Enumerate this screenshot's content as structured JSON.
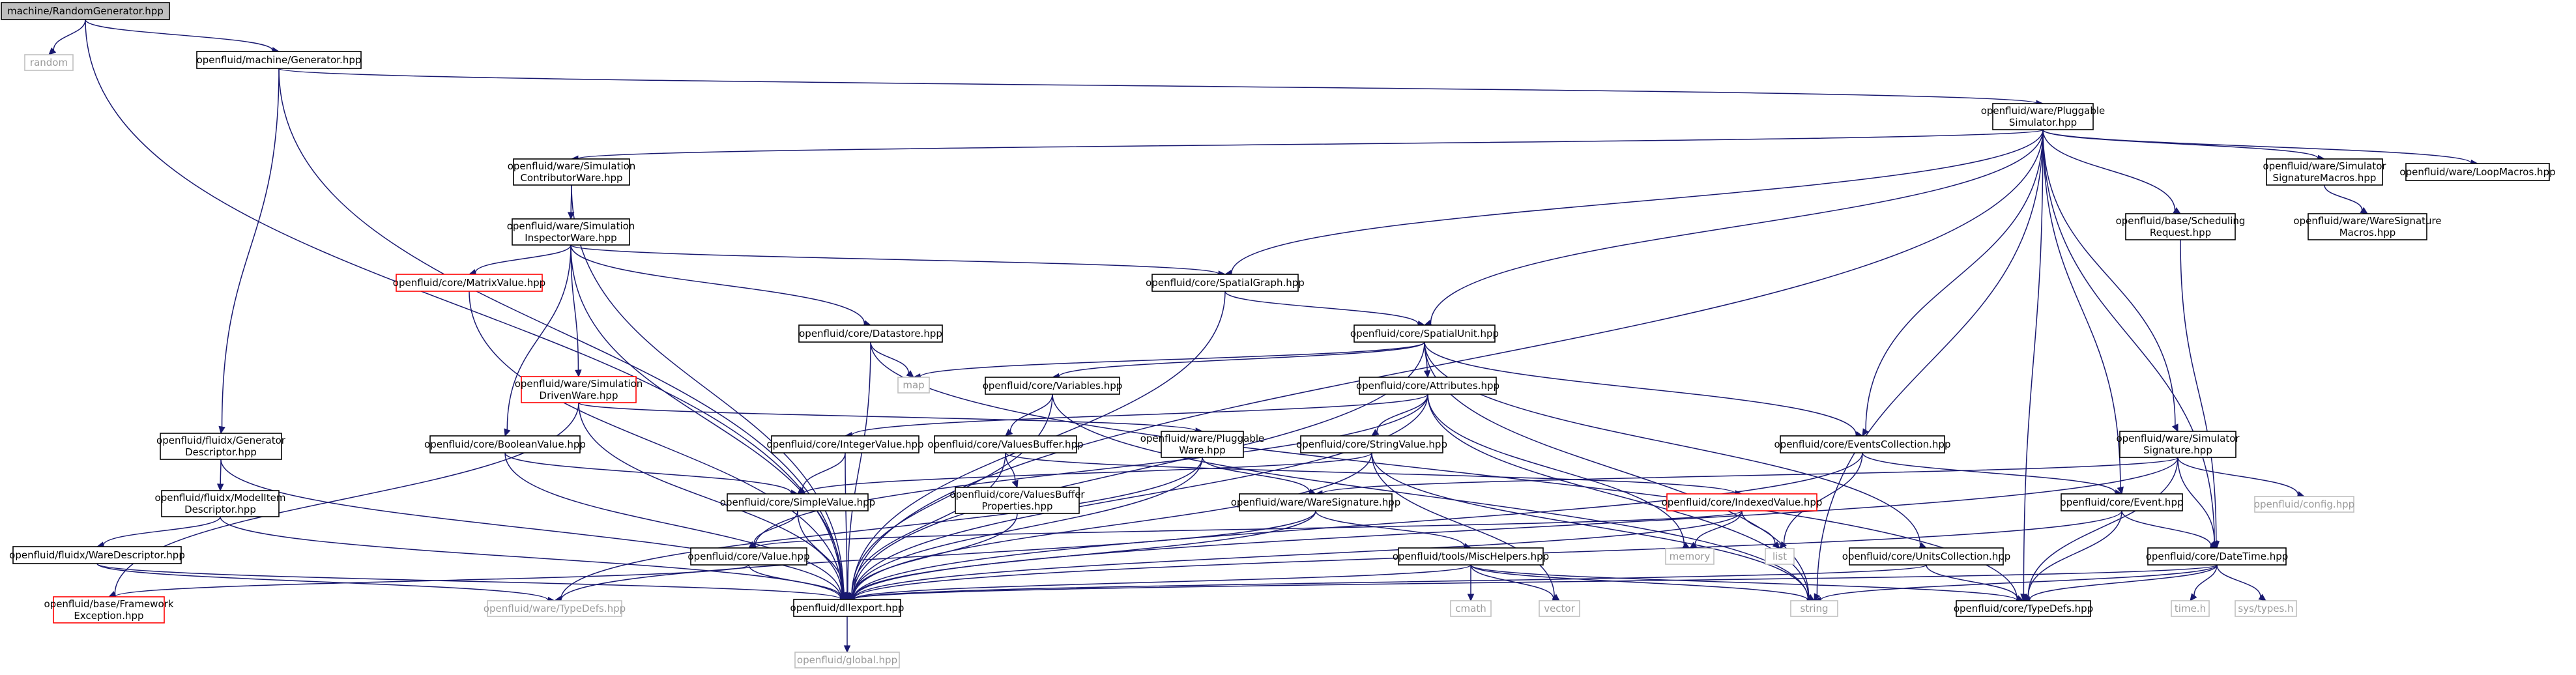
{
  "diagram": {
    "nodes": [
      {
        "id": "n0",
        "lines": [
          "machine/RandomGenerator.hpp"
        ],
        "style": "root"
      },
      {
        "id": "n1",
        "lines": [
          "random"
        ],
        "style": "gray"
      },
      {
        "id": "n2",
        "lines": [
          "openfluid/machine/Generator.hpp"
        ],
        "style": "normal"
      },
      {
        "id": "n3",
        "lines": [
          "openfluid/dllexport.hpp"
        ],
        "style": "normal"
      },
      {
        "id": "n4",
        "lines": [
          "openfluid/fluidx/Generator",
          "Descriptor.hpp"
        ],
        "style": "normal"
      },
      {
        "id": "n5",
        "lines": [
          "openfluid/ware/Pluggable",
          "Simulator.hpp"
        ],
        "style": "normal"
      },
      {
        "id": "n6",
        "lines": [
          "openfluid/global.hpp"
        ],
        "style": "gray"
      },
      {
        "id": "n7",
        "lines": [
          "openfluid/fluidx/ModelItem",
          "Descriptor.hpp"
        ],
        "style": "normal"
      },
      {
        "id": "n8",
        "lines": [
          "openfluid/fluidx/WareDescriptor.hpp"
        ],
        "style": "normal"
      },
      {
        "id": "n9",
        "lines": [
          "openfluid/ware/TypeDefs.hpp"
        ],
        "style": "gray"
      },
      {
        "id": "n10",
        "lines": [
          "openfluid/ware/Simulation",
          "ContributorWare.hpp"
        ],
        "style": "normal"
      },
      {
        "id": "n11",
        "lines": [
          "openfluid/core/SpatialGraph.hpp"
        ],
        "style": "normal"
      },
      {
        "id": "n12",
        "lines": [
          "openfluid/core/SpatialUnit.hpp"
        ],
        "style": "normal"
      },
      {
        "id": "n13",
        "lines": [
          "openfluid/core/EventsCollection.hpp"
        ],
        "style": "normal"
      },
      {
        "id": "n14",
        "lines": [
          "openfluid/core/DateTime.hpp"
        ],
        "style": "normal"
      },
      {
        "id": "n15",
        "lines": [
          "openfluid/core/TypeDefs.hpp"
        ],
        "style": "normal"
      },
      {
        "id": "n16",
        "lines": [
          "string"
        ],
        "style": "gray"
      },
      {
        "id": "n17",
        "lines": [
          "openfluid/core/Event.hpp"
        ],
        "style": "normal"
      },
      {
        "id": "n18",
        "lines": [
          "openfluid/ware/Simulator",
          "Signature.hpp"
        ],
        "style": "normal"
      },
      {
        "id": "n19",
        "lines": [
          "openfluid/ware/Simulator",
          "SignatureMacros.hpp"
        ],
        "style": "normal"
      },
      {
        "id": "n20",
        "lines": [
          "openfluid/ware/LoopMacros.hpp"
        ],
        "style": "normal"
      },
      {
        "id": "n21",
        "lines": [
          "openfluid/base/Scheduling",
          "Request.hpp"
        ],
        "style": "normal"
      },
      {
        "id": "n22",
        "lines": [
          "openfluid/ware/WareSignature",
          "Macros.hpp"
        ],
        "style": "normal"
      },
      {
        "id": "n23",
        "lines": [
          "openfluid/ware/Simulation",
          "InspectorWare.hpp"
        ],
        "style": "normal"
      },
      {
        "id": "n24",
        "lines": [
          "openfluid/core/MatrixValue.hpp"
        ],
        "style": "red"
      },
      {
        "id": "n25",
        "lines": [
          "openfluid/core/Datastore.hpp"
        ],
        "style": "normal"
      },
      {
        "id": "n26",
        "lines": [
          "openfluid/ware/Simulation",
          "DrivenWare.hpp"
        ],
        "style": "red"
      },
      {
        "id": "n27",
        "lines": [
          "openfluid/core/BooleanValue.hpp"
        ],
        "style": "normal"
      },
      {
        "id": "n28",
        "lines": [
          "map"
        ],
        "style": "gray"
      },
      {
        "id": "n29",
        "lines": [
          "openfluid/core/Variables.hpp"
        ],
        "style": "normal"
      },
      {
        "id": "n30",
        "lines": [
          "openfluid/core/Attributes.hpp"
        ],
        "style": "normal"
      },
      {
        "id": "n31",
        "lines": [
          "openfluid/core/IntegerValue.hpp"
        ],
        "style": "normal"
      },
      {
        "id": "n32",
        "lines": [
          "openfluid/core/ValuesBuffer.hpp"
        ],
        "style": "normal"
      },
      {
        "id": "n33",
        "lines": [
          "openfluid/ware/Pluggable",
          "Ware.hpp"
        ],
        "style": "normal"
      },
      {
        "id": "n34",
        "lines": [
          "openfluid/core/StringValue.hpp"
        ],
        "style": "normal"
      },
      {
        "id": "n35",
        "lines": [
          "openfluid/core/SimpleValue.hpp"
        ],
        "style": "normal"
      },
      {
        "id": "n36",
        "lines": [
          "openfluid/core/ValuesBuffer",
          "Properties.hpp"
        ],
        "style": "normal"
      },
      {
        "id": "n37",
        "lines": [
          "openfluid/ware/WareSignature.hpp"
        ],
        "style": "normal"
      },
      {
        "id": "n38",
        "lines": [
          "openfluid/core/IndexedValue.hpp"
        ],
        "style": "red"
      },
      {
        "id": "n39",
        "lines": [
          "openfluid/core/Value.hpp"
        ],
        "style": "normal"
      },
      {
        "id": "n40",
        "lines": [
          "openfluid/tools/MiscHelpers.hpp"
        ],
        "style": "normal"
      },
      {
        "id": "n41",
        "lines": [
          "openfluid/core/UnitsCollection.hpp"
        ],
        "style": "normal"
      },
      {
        "id": "n42",
        "lines": [
          "memory"
        ],
        "style": "gray"
      },
      {
        "id": "n43",
        "lines": [
          "list"
        ],
        "style": "gray"
      },
      {
        "id": "n44",
        "lines": [
          "openfluid/config.hpp"
        ],
        "style": "gray"
      },
      {
        "id": "n45",
        "lines": [
          "openfluid/base/Framework",
          "Exception.hpp"
        ],
        "style": "red"
      },
      {
        "id": "n46",
        "lines": [
          "cmath"
        ],
        "style": "gray"
      },
      {
        "id": "n47",
        "lines": [
          "vector"
        ],
        "style": "gray"
      },
      {
        "id": "n48",
        "lines": [
          "time.h"
        ],
        "style": "gray"
      },
      {
        "id": "n49",
        "lines": [
          "sys/types.h"
        ],
        "style": "gray"
      }
    ]
  }
}
